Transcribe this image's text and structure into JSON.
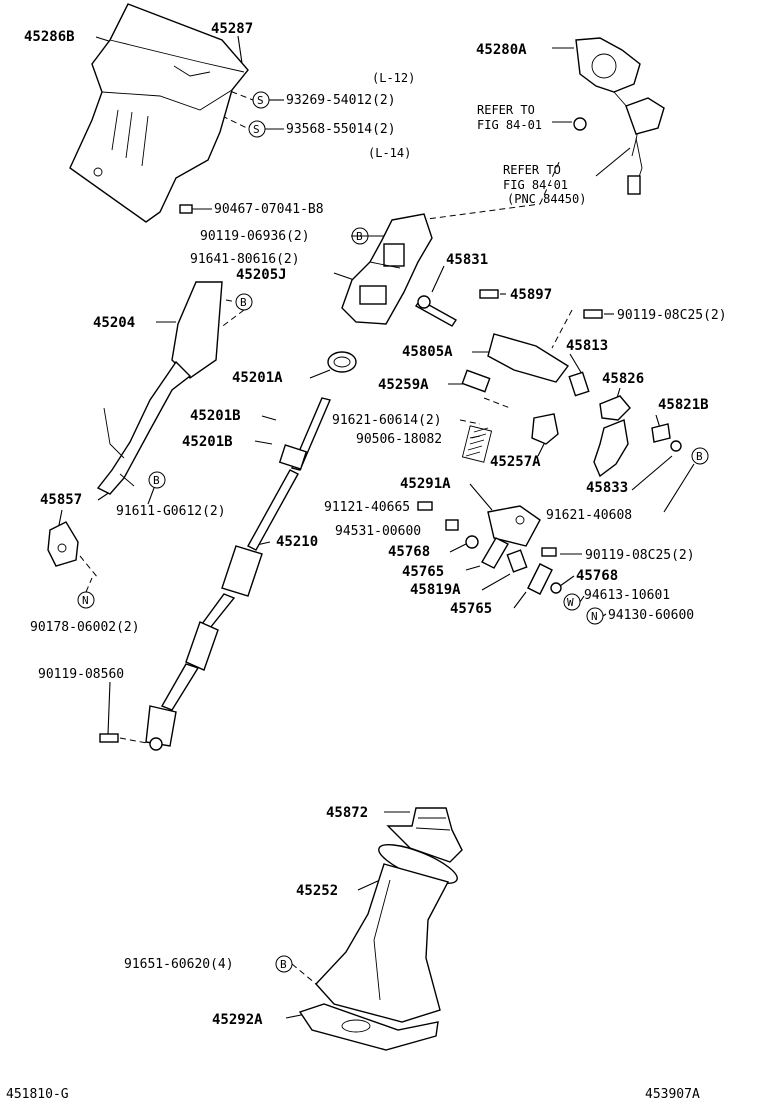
{
  "parts": {
    "p45286B": "45286B",
    "p45287": "45287",
    "p93269": "93269-54012(2)",
    "p93568": "93568-55014(2)",
    "l12": "(L-12)",
    "l14": "(L-14)",
    "p90467": "90467-07041-B8",
    "p90119_06936": "90119-06936(2)",
    "p91641": "91641-80616(2)",
    "p45205J": "45205J",
    "p45204": "45204",
    "p45201A": "45201A",
    "p45201B_1": "45201B",
    "p45201B_2": "45201B",
    "p45857": "45857",
    "p91611": "91611-G0612(2)",
    "p90178": "90178-06002(2)",
    "p45210": "45210",
    "p90119_08560": "90119-08560",
    "p45280A": "45280A",
    "refer1_a": "REFER TO",
    "refer1_b": "FIG 84-01",
    "refer2_a": "REFER TO",
    "refer2_b": "FIG 84-01",
    "refer2_c": "(PNC 84450)",
    "p45831": "45831",
    "p45897": "45897",
    "p90119_08C25_1": "90119-08C25(2)",
    "p45805A": "45805A",
    "p45813": "45813",
    "p45259A": "45259A",
    "p45826": "45826",
    "p45821B": "45821B",
    "p91621_60614": "91621-60614(2)",
    "p90506": "90506-18082",
    "p45257A": "45257A",
    "p45833": "45833",
    "p91621_40608": "91621-40608",
    "p45291A": "45291A",
    "p91121": "91121-40665",
    "p94531": "94531-00600",
    "p45768_1": "45768",
    "p90119_08C25_2": "90119-08C25(2)",
    "p45765_1": "45765",
    "p45768_2": "45768",
    "p45819A": "45819A",
    "p94613": "94613-10601",
    "p45765_2": "45765",
    "p94130": "94130-60600",
    "p45872": "45872",
    "p45252": "45252",
    "p91651": "91651-60620(4)",
    "p45292A": "45292A"
  },
  "badges": {
    "s": "S",
    "b": "B",
    "n": "N",
    "w": "W"
  },
  "footer": {
    "left_code": "451810-G",
    "right_code": "453907A"
  }
}
